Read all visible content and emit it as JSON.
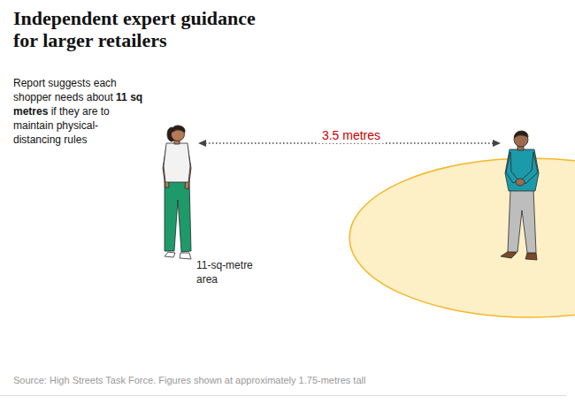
{
  "diagram": {
    "title": "Independent expert guidance for larger retailers",
    "caption": "Source: High Streets Task Force. Figures shown at approximately 1.75-metres tall",
    "nodes": [
      {
        "text": [
          "11-sq-metre area"
        ]
      }
    ],
    "labels": [
      "Report suggests each shopper needs about",
      "11 sq metres",
      "if they are to maintain physical-distancing rules",
      "3.5 metres"
    ]
  }
}
